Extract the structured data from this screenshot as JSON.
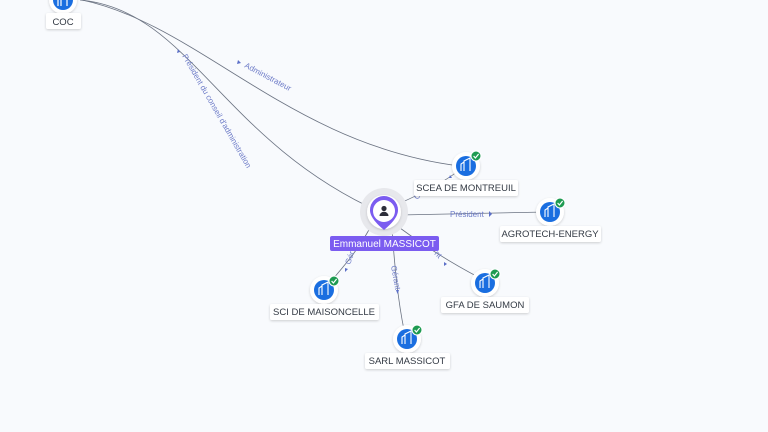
{
  "graph": {
    "person": {
      "name": "Emmanuel MASSICOT",
      "icon": "person-icon",
      "color": "#7b5cf0"
    },
    "companies": [
      {
        "id": "coc",
        "name": "COC",
        "icon": "company-building-icon",
        "verified": false
      },
      {
        "id": "scea",
        "name": "SCEA DE MONTREUIL",
        "icon": "company-building-icon",
        "verified": true
      },
      {
        "id": "agrotech",
        "name": "AGROTECH-ENERGY",
        "icon": "company-building-icon",
        "verified": true
      },
      {
        "id": "gfa",
        "name": "GFA DE SAUMON",
        "icon": "company-building-icon",
        "verified": true
      },
      {
        "id": "sarl",
        "name": "SARL MASSICOT",
        "icon": "company-building-icon",
        "verified": true
      },
      {
        "id": "sci",
        "name": "SCI DE MAISONCELLE",
        "icon": "company-building-icon",
        "verified": true
      }
    ],
    "links": [
      {
        "from": "coc",
        "to": "scea",
        "label": "Administrateur"
      },
      {
        "from": "coc",
        "to": "person",
        "label": "Président du conseil d'administration"
      },
      {
        "from": "person",
        "to": "agrotech",
        "label": "Président"
      },
      {
        "from": "person",
        "to": "sarl",
        "label": "Gérant"
      },
      {
        "from": "person",
        "to": "sci",
        "label": "Gér"
      },
      {
        "from": "person",
        "to": "gfa",
        "label": "nt"
      },
      {
        "from": "person",
        "to": "scea",
        "label": "G"
      }
    ],
    "colors": {
      "company": "#1a6ee0",
      "verified": "#1e9b52",
      "edge": "#6b7382",
      "edge_label": "#6e7cc8",
      "person": "#7b5cf0"
    }
  }
}
